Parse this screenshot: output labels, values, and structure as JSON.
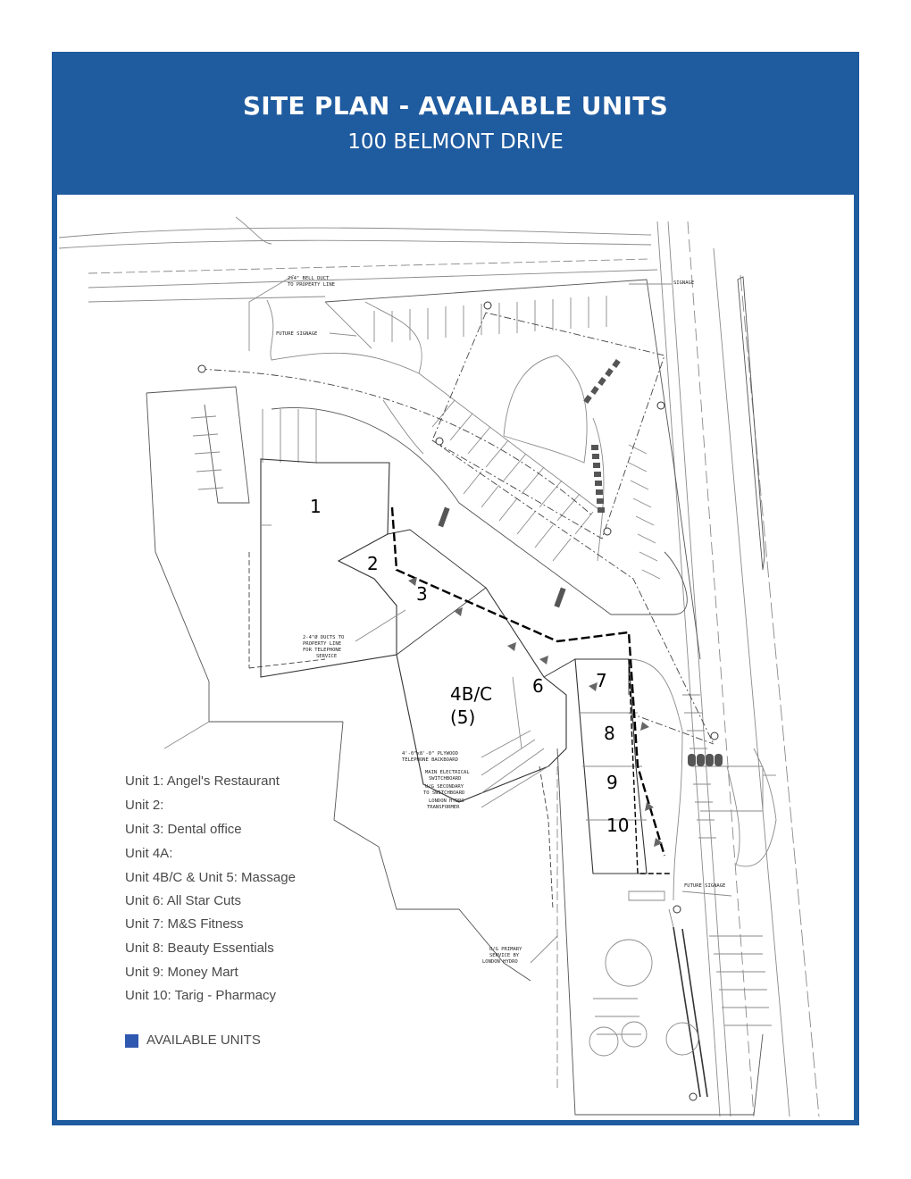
{
  "header": {
    "title": "SITE PLAN - AVAILABLE UNITS",
    "subtitle": "100 BELMONT DRIVE"
  },
  "colors": {
    "header_bg": "#1f5b9f",
    "available_unit": "#2f58b0"
  },
  "units": [
    "1",
    "2",
    "3",
    "4B/C",
    "(5)",
    "6",
    "7",
    "8",
    "9",
    "10"
  ],
  "annotations": {
    "bell_duct": [
      "2x4\" BELL DUCT",
      "TO PROPERTY LINE"
    ],
    "signage": "SIGNAGE",
    "future_signage_top": "FUTURE SIGNAGE",
    "future_signage_bottom": "FUTURE SIGNAGE",
    "telephone_ducts": [
      "2-4\"Ø DUCTS TO",
      "PROPERTY LINE",
      "FOR TELEPHONE",
      "SERVICE"
    ],
    "backboard": [
      "4'-0\"x8'-0\" PLYWOOD",
      "TELEPHONE BACKBOARD"
    ],
    "main_switchboard": [
      "MAIN ELECTRICAL",
      "SWITCHBOARD"
    ],
    "secondary": [
      "U/G SECONDARY",
      "TO SWITCHBOARD"
    ],
    "transformer": [
      "LONDON HYDRO",
      "TRANSFORMER"
    ],
    "primary": [
      "U/G PRIMARY",
      "SERVICE BY",
      "LONDON HYDRO"
    ]
  },
  "legend": {
    "items": [
      "Unit 1:  Angel's Restaurant",
      "Unit 2:",
      "Unit 3:  Dental office",
      "Unit 4A:",
      "Unit 4B/C & Unit 5: Massage",
      "Unit 6: All Star Cuts",
      "Unit 7: M&S Fitness",
      "Unit 8: Beauty Essentials",
      "Unit 9: Money Mart",
      "Unit 10: Tarig - Pharmacy"
    ],
    "available_label": "AVAILABLE UNITS"
  }
}
